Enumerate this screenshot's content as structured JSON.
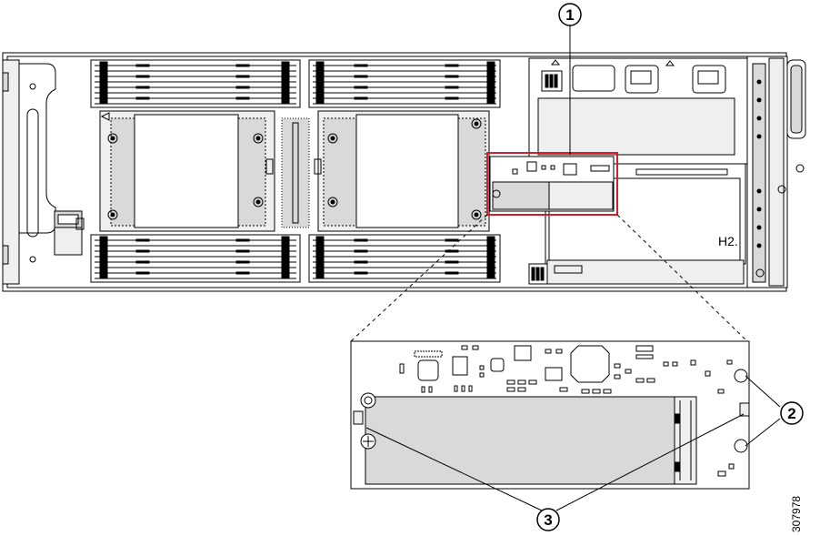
{
  "callouts": [
    {
      "label": "1"
    },
    {
      "label": "2"
    },
    {
      "label": "3"
    }
  ],
  "board_label": "H2.",
  "figure_id": "307978",
  "colors": {
    "highlight": "#d0202a",
    "line": "#000000",
    "fill_gray": "#d9d9d9",
    "fill_light": "#efefef"
  }
}
